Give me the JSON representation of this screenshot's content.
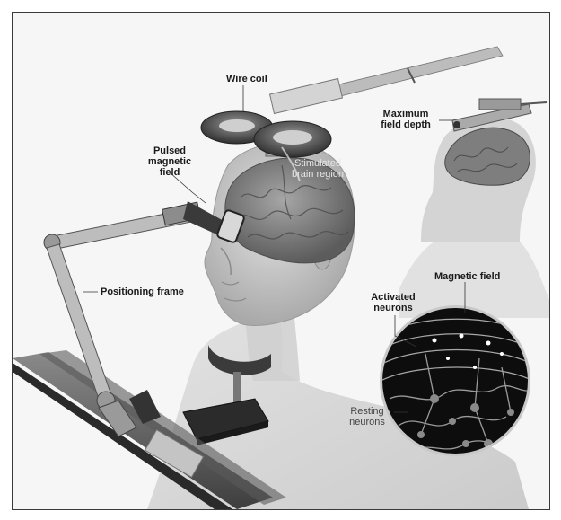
{
  "labels": {
    "wire_coil": "Wire coil",
    "pulsed_line1": "Pulsed",
    "pulsed_line2": "magnetic",
    "pulsed_line3": "field",
    "stimulated_line1": "Stimulated",
    "stimulated_line2": "brain region",
    "max_depth_line1": "Maximum",
    "max_depth_line2": "field depth",
    "positioning_frame": "Positioning frame",
    "magnetic_field": "Magnetic field",
    "activated_line1": "Activated",
    "activated_line2": "neurons",
    "resting_line1": "Resting",
    "resting_line2": "neurons"
  },
  "colors": {
    "background": "#f4f4f4",
    "skin": "#c9c9c9",
    "brain": "#8e8e8e",
    "metal": "#7a7a7a",
    "inset_bg": "#0d0d0d"
  }
}
